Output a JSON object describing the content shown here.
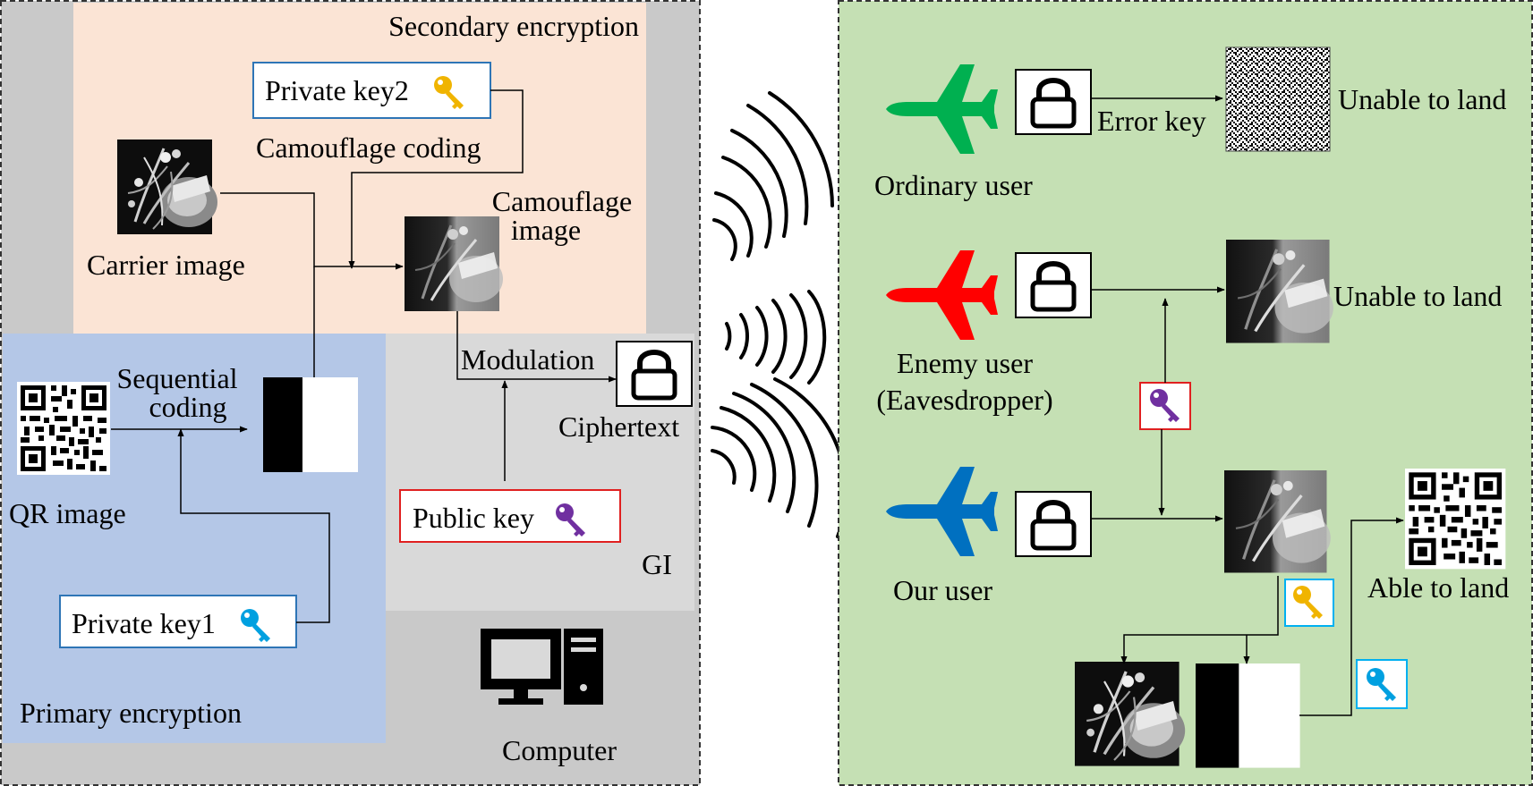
{
  "left_panel": {
    "secondary_label": "Secondary encryption",
    "private_key2": "Private key2",
    "camouflage_coding": "Camouflage coding",
    "carrier_image": "Carrier image",
    "camouflage_image_l1": "Camouflage",
    "camouflage_image_l2": "image",
    "sequential_l1": "Sequential",
    "sequential_l2": "coding",
    "qr_image": "QR image",
    "modulation": "Modulation",
    "ciphertext": "Ciphertext",
    "public_key": "Public key",
    "gi": "GI",
    "private_key1": "Private key1",
    "primary_label": "Primary encryption",
    "computer": "Computer"
  },
  "right_panel": {
    "ordinary_user": "Ordinary user",
    "error_key": "Error key",
    "unable_to_land_1": "Unable to land",
    "enemy_user_l1": "Enemy user",
    "enemy_user_l2": "(Eavesdropper)",
    "unable_to_land_2": "Unable to land",
    "our_user": "Our user",
    "able_to_land": "Able to land"
  },
  "colors": {
    "left_bg": "#c9c9c9",
    "secondary_bg": "#fbe4d5",
    "primary_bg": "#b4c7e7",
    "gi_bg": "#d9d9d9",
    "right_bg": "#c5e0b4",
    "plane_ordinary": "#00b050",
    "plane_enemy": "#ff0000",
    "plane_our": "#0070c0",
    "key_gold": "#f0b400",
    "key_blue": "#00a0e0",
    "key_purple": "#7030a0",
    "box_blue": "#2e75b6",
    "box_red": "#e02020",
    "box_cyan": "#00b0f0"
  },
  "icons": [
    "airplane-icon",
    "padlock-icon",
    "key-icon",
    "computer-icon",
    "qr-code-icon",
    "noise-image",
    "flower-image"
  ]
}
